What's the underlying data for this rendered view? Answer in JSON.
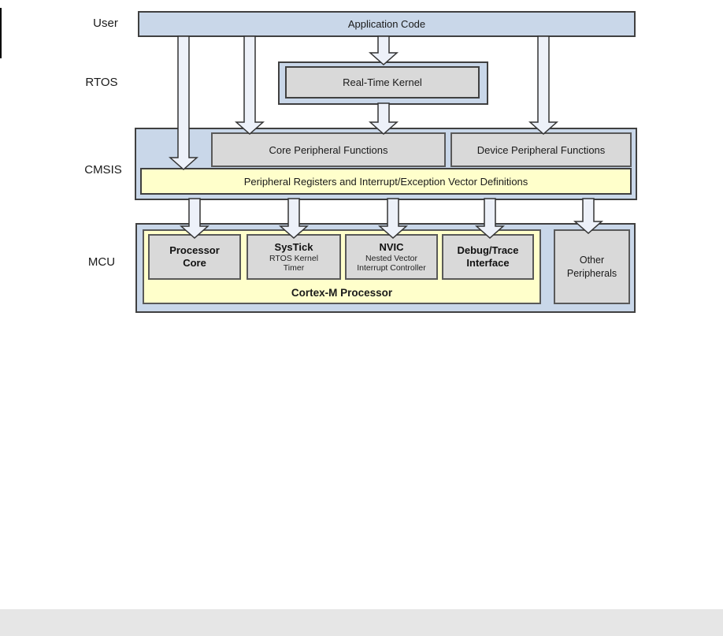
{
  "labels": {
    "user": "User",
    "rtos": "RTOS",
    "cmsis": "CMSIS",
    "mcu": "MCU"
  },
  "boxes": {
    "application_code": "Application Code",
    "real_time_kernel": "Real-Time Kernel",
    "core_peripheral_functions": "Core Peripheral Functions",
    "device_peripheral_functions": "Device Peripheral Functions",
    "peripheral_registers": "Peripheral Registers and Interrupt/Exception Vector Definitions",
    "processor_core": "Processor Core",
    "systick_title": "SysTick",
    "systick_subtitle": "RTOS Kernel Timer",
    "nvic_title": "NVIC",
    "nvic_subtitle": "Nested Vector Interrupt Controller",
    "debug_trace": "Debug/Trace Interface",
    "cortex_m": "Cortex-M Processor",
    "other_peripherals": "Other Peripherals"
  },
  "colors": {
    "layer_fill": "#c9d7e9",
    "box_fill": "#d9d9d9",
    "highlight_fill": "#ffffcb",
    "arrow_fill": "#edf1f9",
    "border_dark": "#404040",
    "footer_bar": "#e6e6e6"
  }
}
